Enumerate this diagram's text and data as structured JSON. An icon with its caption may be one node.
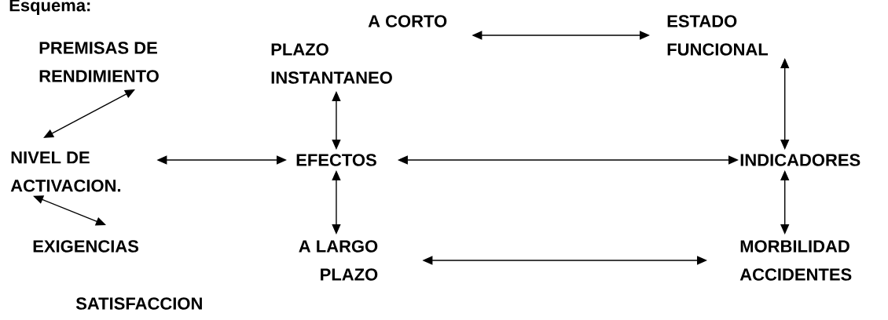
{
  "diagram": {
    "title": "Esquema:",
    "nodes": [
      {
        "text": [
          "PREMISAS DE RENDIMIENTO"
        ]
      },
      {
        "text": [
          "A CORTO",
          "PLAZO INSTANTANEO"
        ]
      },
      {
        "text": [
          "ESTADO FUNCIONAL"
        ]
      },
      {
        "text": [
          "NIVEL DE ACTIVACION."
        ]
      },
      {
        "text": [
          "EFECTOS"
        ]
      },
      {
        "text": [
          "INDICADORES"
        ]
      },
      {
        "text": [
          "EXIGENCIAS"
        ]
      },
      {
        "text": [
          "A LARGO PLAZO"
        ]
      },
      {
        "text": [
          "MORBILIDAD ACCIDENTES"
        ]
      }
    ],
    "edges": [
      {
        "from": 3,
        "to": 0,
        "arrow": "both"
      },
      {
        "from": 3,
        "to": 6,
        "arrow": "both"
      },
      {
        "from": 3,
        "to": 4,
        "arrow": "both"
      },
      {
        "from": 1,
        "to": 4,
        "arrow": "both"
      },
      {
        "from": 1,
        "to": 2,
        "arrow": "both"
      },
      {
        "from": 4,
        "to": 5,
        "arrow": "both"
      },
      {
        "from": 2,
        "to": 5,
        "arrow": "both"
      },
      {
        "from": 4,
        "to": 7,
        "arrow": "both"
      },
      {
        "from": 5,
        "to": 8,
        "arrow": "both"
      },
      {
        "from": 7,
        "to": 8,
        "arrow": "both"
      }
    ],
    "labels": [
      "SATISFACCION"
    ]
  }
}
